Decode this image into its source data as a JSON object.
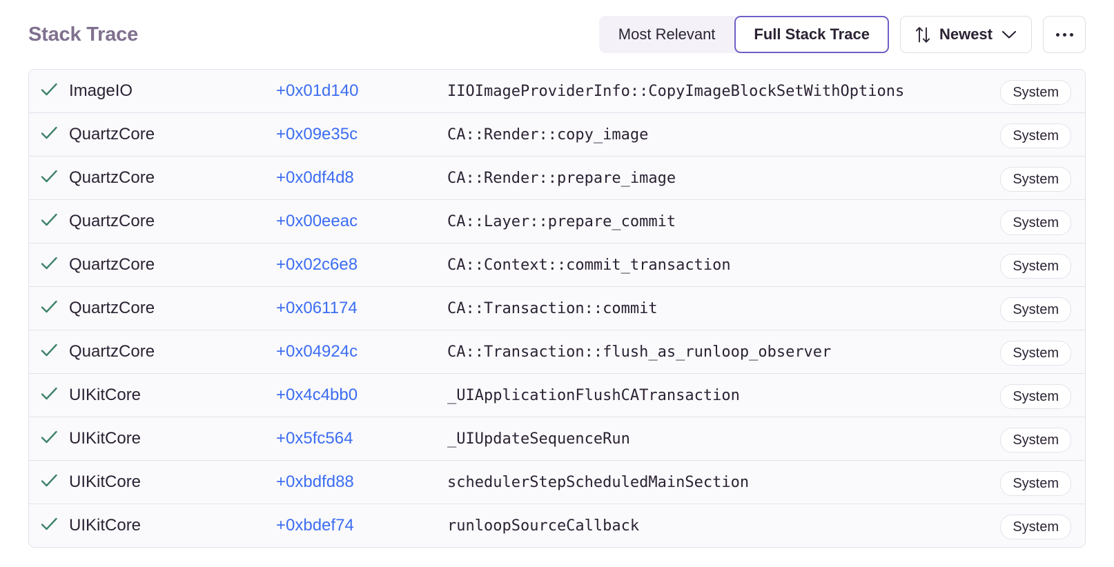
{
  "header": {
    "title": "Stack Trace",
    "segmented": {
      "options": [
        {
          "label": "Most Relevant",
          "active": false
        },
        {
          "label": "Full Stack Trace",
          "active": true
        }
      ]
    },
    "sort": {
      "icon": "sort-arrows-icon",
      "label": "Newest",
      "chevron": "chevron-down-icon"
    },
    "more": {
      "label": "…",
      "icon": "ellipsis-icon"
    }
  },
  "colors": {
    "accent_purple": "#6c5fc7",
    "title_purple": "#80708f",
    "offset_blue": "#3c6df2",
    "check_green": "#3d8168",
    "row_bg": "#fafafc",
    "border": "#e4e1e9",
    "segment_bg": "#f4f2f8"
  },
  "table": {
    "status_icon": "check-icon",
    "rows": [
      {
        "module": "ImageIO",
        "offset": "+0x01d140",
        "function": "IIOImageProviderInfo::CopyImageBlockSetWithOptions",
        "tag": "System"
      },
      {
        "module": "QuartzCore",
        "offset": "+0x09e35c",
        "function": "CA::Render::copy_image",
        "tag": "System"
      },
      {
        "module": "QuartzCore",
        "offset": "+0x0df4d8",
        "function": "CA::Render::prepare_image",
        "tag": "System"
      },
      {
        "module": "QuartzCore",
        "offset": "+0x00eeac",
        "function": "CA::Layer::prepare_commit",
        "tag": "System"
      },
      {
        "module": "QuartzCore",
        "offset": "+0x02c6e8",
        "function": "CA::Context::commit_transaction",
        "tag": "System"
      },
      {
        "module": "QuartzCore",
        "offset": "+0x061174",
        "function": "CA::Transaction::commit",
        "tag": "System"
      },
      {
        "module": "QuartzCore",
        "offset": "+0x04924c",
        "function": "CA::Transaction::flush_as_runloop_observer",
        "tag": "System"
      },
      {
        "module": "UIKitCore",
        "offset": "+0x4c4bb0",
        "function": "_UIApplicationFlushCATransaction",
        "tag": "System"
      },
      {
        "module": "UIKitCore",
        "offset": "+0x5fc564",
        "function": "_UIUpdateSequenceRun",
        "tag": "System"
      },
      {
        "module": "UIKitCore",
        "offset": "+0xbdfd88",
        "function": "schedulerStepScheduledMainSection",
        "tag": "System"
      },
      {
        "module": "UIKitCore",
        "offset": "+0xbdef74",
        "function": "runloopSourceCallback",
        "tag": "System"
      }
    ]
  }
}
